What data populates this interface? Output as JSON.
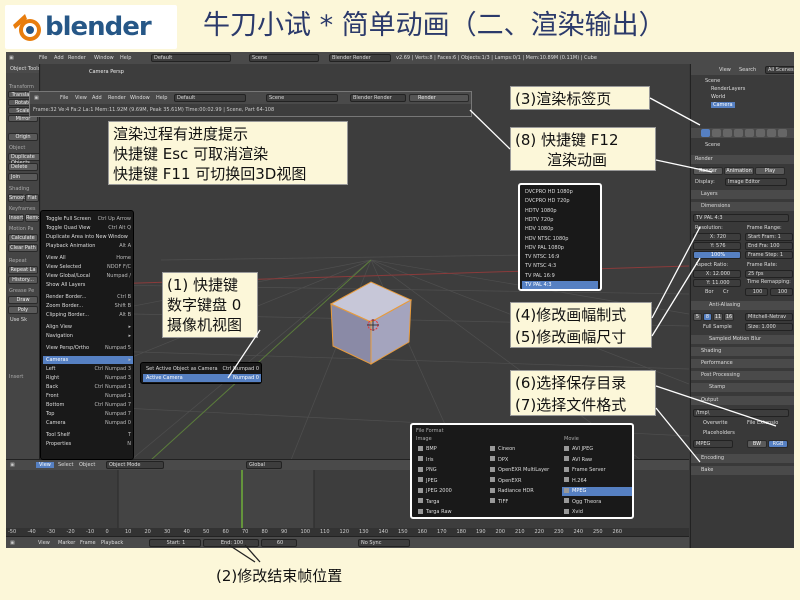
{
  "title": "牛刀小试 * 简单动画（二、渲染输出）",
  "logo": "blender",
  "info_bar": {
    "menus": [
      "File",
      "Add",
      "Render",
      "Window",
      "Help"
    ],
    "layout": "Default",
    "scene": "Scene",
    "engine": "Blender Render",
    "stats": "v2.69 | Verts:8 | Faces:6 | Objects:1/3 | Lamps:0/1 | Mem:10.89M (0.11M) | Cube"
  },
  "render_win": {
    "menus": [
      "File",
      "View",
      "Add",
      "Render",
      "Window",
      "Help"
    ],
    "layout": "Default",
    "scene": "Scene",
    "engine": "Blender Render",
    "render_label": "Render",
    "status": "Frame:32 Ve:4 Fa:2 La:1 Mem:11.92M (9.69M, Peak 35.61M) Time:00:02.99 | Scene, Part 64-108"
  },
  "left_panel": {
    "header": "Object Tools",
    "transform_header": "Transform",
    "items": [
      "Translate",
      "Rotate",
      "Scale",
      "Mirror"
    ],
    "origin": "Origin",
    "object_header": "Object",
    "duplicate": "Duplicate Objects",
    "delete": "Delete",
    "join": "Join",
    "shading_header": "Shading",
    "smooth": "Smooth",
    "flat": "Flat",
    "keyframes_header": "Keyframes",
    "insert": "Insert",
    "remove": "Remove",
    "motion_header": "Motion Pa",
    "calculate": "Calculate",
    "clear_paths": "Clear Path",
    "repeat_header": "Repeat",
    "repeat_last": "Repeat La",
    "history": "History...",
    "grease_header": "Grease Pe",
    "draw": "Draw",
    "poly": "Poly",
    "use_sketching": "Use Sk",
    "insert_footer": "Insert"
  },
  "viewport": {
    "label": "Camera Persp",
    "mode": "Object Mode",
    "orientation": "Global"
  },
  "view_menu": {
    "items": [
      {
        "label": "Toggle Full Screen",
        "key": "Ctrl Up Arrow"
      },
      {
        "label": "Toggle Quad View",
        "key": "Ctrl Alt Q"
      },
      {
        "label": "Duplicate Area into New Window",
        "key": ""
      },
      {
        "label": "Playback Animation",
        "key": "Alt A"
      },
      {
        "label": "View All",
        "key": "Home"
      },
      {
        "label": "View Selected",
        "key": "NDOF F/C"
      },
      {
        "label": "View Global/Local",
        "key": "Numpad /"
      },
      {
        "label": "Show All Layers",
        "key": ""
      },
      {
        "label": "Render Border...",
        "key": "Ctrl B"
      },
      {
        "label": "Zoom Border...",
        "key": "Shift B"
      },
      {
        "label": "Clipping Border...",
        "key": "Alt B"
      },
      {
        "label": "Align View",
        "key": "▸"
      },
      {
        "label": "Navigation",
        "key": "▸"
      },
      {
        "label": "View Persp/Ortho",
        "key": "Numpad 5"
      },
      {
        "label": "Cameras",
        "key": "▸"
      },
      {
        "label": "Left",
        "key": "Ctrl Numpad 3"
      },
      {
        "label": "Right",
        "key": "Numpad 3"
      },
      {
        "label": "Back",
        "key": "Ctrl Numpad 1"
      },
      {
        "label": "Front",
        "key": "Numpad 1"
      },
      {
        "label": "Bottom",
        "key": "Ctrl Numpad 7"
      },
      {
        "label": "Top",
        "key": "Numpad 7"
      },
      {
        "label": "Camera",
        "key": "Numpad 0"
      },
      {
        "label": "Tool Shelf",
        "key": "T"
      },
      {
        "label": "Properties",
        "key": "N"
      }
    ]
  },
  "cameras_submenu": [
    {
      "label": "Set Active Object as Camera",
      "key": "Ctrl Numpad 0"
    },
    {
      "label": "Active Camera",
      "key": "Numpad 0"
    }
  ],
  "presets_menu": [
    "DVCPRO HD 1080p",
    "DVCPRO HD 720p",
    "HDTV 1080p",
    "HDTV 720p",
    "HDV 1080p",
    "HDV NTSC 1080p",
    "HDV PAL 1080p",
    "TV NTSC 16:9",
    "TV NTSC 4:3",
    "TV PAL 16:9",
    "TV PAL 4:3"
  ],
  "file_format_menu": {
    "title": "File Format",
    "image_header": "Image",
    "movie_header": "Movie",
    "col1": [
      "BMP",
      "Iris",
      "PNG",
      "JPEG",
      "JPEG 2000",
      "Targa",
      "Targa Raw"
    ],
    "col2": [
      "Cineon",
      "DPX",
      "OpenEXR MultiLayer",
      "OpenEXR",
      "Radiance HDR",
      "TIFF"
    ],
    "col3": [
      "AVI JPEG",
      "AVI Raw",
      "Frame Server",
      "H.264",
      "MPEG",
      "Ogg Theora",
      "Xvid"
    ],
    "selected": "MPEG"
  },
  "outliner": {
    "menus": [
      "View",
      "Search"
    ],
    "filter": "All Scenes",
    "items": [
      "Scene",
      "RenderLayers",
      "World",
      "Camera"
    ]
  },
  "properties": {
    "scene": "Scene",
    "render_header": "Render",
    "render_btn": "Render",
    "animation_btn": "Animation",
    "play_btn": "Play",
    "display_label": "Display:",
    "display_value": "Image Editor",
    "layers": "Layers",
    "dimensions": "Dimensions",
    "preset": "TV PAL 4:3",
    "resolution": "Resolution:",
    "res_x": "X: 720",
    "res_y": "Y: 576",
    "res_pct": "100%",
    "frame_range": "Frame Range:",
    "start_frame": "Start Fram: 1",
    "end_frame": "End Fra: 100",
    "frame_step": "Frame Step: 1",
    "aspect": "Aspect Ratio:",
    "asp_x": "X: 12.000",
    "asp_y": "Y: 11.000",
    "frame_rate": "Frame Rate:",
    "fps": "25 fps",
    "time_remap": "Time Remapping:",
    "remap_old": "100",
    "remap_new": "100",
    "border": "Bor",
    "crop": "Cr",
    "anti_aliasing": "Anti-Aliasing",
    "aa_values": [
      "5",
      "8",
      "11",
      "16"
    ],
    "aa_filter": "Mitchell-Netrav",
    "full_sample": "Full Sample",
    "aa_size": "Size: 1.000",
    "motion_blur": "Sampled Motion Blur",
    "shading": "Shading",
    "performance": "Performance",
    "post_processing": "Post Processing",
    "stamp": "Stamp",
    "output": "Output",
    "output_path": "/tmp\\",
    "overwrite": "Overwrite",
    "file_extensions": "File Extensio",
    "placeholders": "Placeholders",
    "format": "MPEG",
    "bw": "BW",
    "rgb": "RGB",
    "encoding": "Encoding",
    "bake": "Bake"
  },
  "timeline": {
    "menus": [
      "View",
      "Marker",
      "Frame",
      "Playback"
    ],
    "start": "Start: 1",
    "end": "End: 100",
    "current": "60",
    "sync": "No Sync",
    "ruler": [
      "-50",
      "-40",
      "-30",
      "-20",
      "-10",
      "0",
      "10",
      "20",
      "30",
      "40",
      "50",
      "60",
      "70",
      "80",
      "90",
      "100",
      "110",
      "120",
      "130",
      "140",
      "150",
      "160",
      "170",
      "180",
      "190",
      "200",
      "210",
      "220",
      "230",
      "240",
      "250",
      "260"
    ]
  },
  "view3d_header_menus": [
    "View",
    "Select",
    "Object"
  ],
  "annotations": {
    "render_progress": [
      "渲染过程有进度提示",
      "快捷键 Esc 可取消渲染",
      "快捷键 F11 可切换回3D视图"
    ],
    "camera_view": [
      "(1) 快捷键",
      "数字键盘 0",
      "摄像机视图"
    ],
    "end_frame": "(2)修改结束帧位置",
    "render_tab": "(3)渲染标签页",
    "resolution": [
      "(4)修改画幅制式",
      "(5)修改画幅尺寸"
    ],
    "output": [
      "(6)选择保存目录",
      "(7)选择文件格式"
    ],
    "f12": [
      "(8) 快捷键 F12",
      "渲染动画"
    ]
  },
  "colors": {
    "background": "#fcf7d9",
    "blender_blue": "#265787",
    "blender_orange": "#e87d0d",
    "title_color": "#2b3a6b",
    "highlight": "#5680c2"
  }
}
